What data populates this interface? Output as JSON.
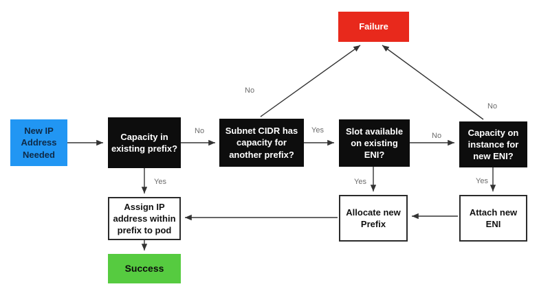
{
  "flowchart": {
    "nodes": {
      "start": {
        "label": "New IP\nAddress\nNeeded",
        "bg": "#2196f3"
      },
      "q_capacity_prefix": {
        "label": "Capacity in\nexisting prefix?",
        "bg": "#0d0d0d"
      },
      "q_subnet_cidr": {
        "label": "Subnet CIDR has\ncapacity for\nanother prefix?",
        "bg": "#0d0d0d"
      },
      "q_slot_eni": {
        "label": "Slot available\non existing\nENI?",
        "bg": "#0d0d0d"
      },
      "q_capacity_eni": {
        "label": "Capacity on\ninstance for\nnew ENI?",
        "bg": "#0d0d0d"
      },
      "failure": {
        "label": "Failure",
        "bg": "#e8291c"
      },
      "assign_ip": {
        "label": "Assign IP\naddress within\nprefix to pod",
        "bg": "#ffffff"
      },
      "allocate_prefix": {
        "label": "Allocate new\nPrefix",
        "bg": "#ffffff"
      },
      "attach_eni": {
        "label": "Attach new\nENI",
        "bg": "#ffffff"
      },
      "success": {
        "label": "Success",
        "bg": "#56cb40"
      }
    },
    "edge_labels": {
      "q1_no": "No",
      "q1_yes": "Yes",
      "q2_yes": "Yes",
      "q2_no_failure": "No",
      "q3_no": "No",
      "q3_yes": "Yes",
      "q4_no_failure": "No",
      "q4_yes": "Yes"
    }
  }
}
